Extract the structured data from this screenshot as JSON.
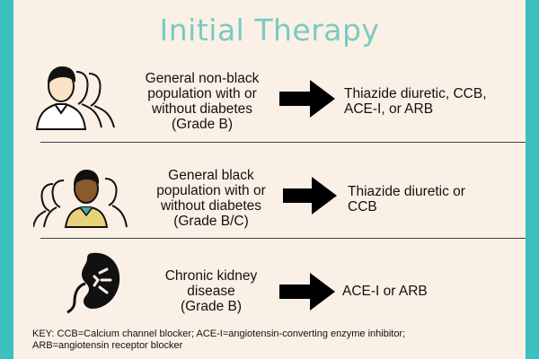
{
  "title": "Initial Therapy",
  "rows": [
    {
      "population": [
        "General non-black",
        "population with or",
        "without diabetes",
        "(Grade B)"
      ],
      "therapy": [
        "Thiazide diuretic, CCB,",
        "ACE-I,  or ARB"
      ],
      "icon": "people-group-icon"
    },
    {
      "population": [
        "General black",
        "population with or",
        "without diabetes",
        "(Grade B/C)"
      ],
      "therapy": [
        "Thiazide diuretic or",
        "CCB"
      ],
      "icon": "people-group-black-icon"
    },
    {
      "population": [
        "Chronic kidney",
        "disease",
        "(Grade B)"
      ],
      "therapy": [
        "ACE-I or ARB"
      ],
      "icon": "kidney-icon"
    }
  ],
  "key": [
    "KEY: CCB=Calcium channel blocker; ACE-I=angiotensin-converting enzyme inhibitor;",
    "ARB=angiotensin receptor blocker"
  ],
  "colors": {
    "background_border": "#3bbfbf",
    "panel": "#fbf0e6",
    "title": "#78cbc2",
    "arrow": "#000000",
    "skin_light": "#fbe3c8",
    "skin_dark": "#8b5a2b",
    "shirt": "#e8d27a"
  }
}
